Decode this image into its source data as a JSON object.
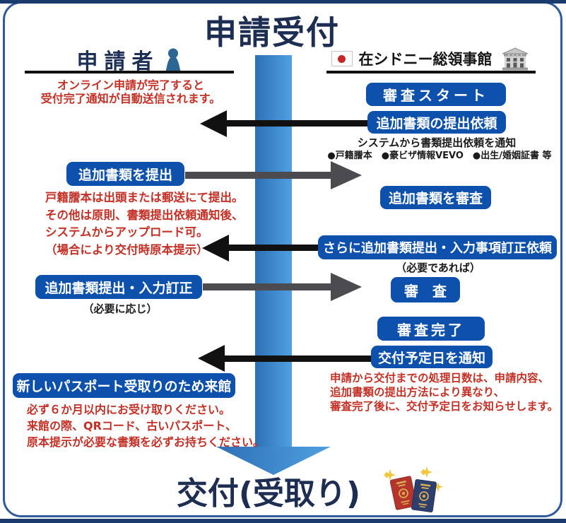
{
  "title": "申請受付",
  "applicant": {
    "header": "申請者",
    "auto_note": [
      "オンライン申請が完了すると",
      "受付完了通知が自動送信されます。"
    ],
    "submit_box": "追加書類を提出",
    "submit_note": [
      "戸籍謄本は出頭または郵送にて提出。",
      "その他は原則、書類提出依頼通知後、",
      "システムからアップロード可。",
      "（場合により交付時原本提示）"
    ],
    "correction_box": "追加書類提出・入力訂正",
    "correction_note": "（必要に応じ）",
    "visit_box": "新しいパスポート受取りのため来館",
    "visit_note": [
      "必ず６か月以内にお受け取りください。",
      "来館の際、QRコード、古いパスポート、",
      "原本提示が必要な書類を必ずお持ちください。"
    ]
  },
  "consulate": {
    "header": "在シドニー総領事館",
    "start_box": "審査スタート",
    "request_box": "追加書類の提出依頼",
    "request_note": "システムから書類提出依頼を通知",
    "request_items": "●戸籍謄本　●豪ビザ情報VEVO　●出生/婚姻証書 等",
    "review_docs_box": "追加書類を審査",
    "further_box": "さらに追加書類提出・入力事項訂正依頼",
    "further_note": "（必要であれば）",
    "review_box": "審　査",
    "complete_box": "審査完了",
    "issue_box": "交付予定日を通知",
    "issue_note": [
      "申請から交付までの処理日数は、申請内容、",
      "追加書類の提出方法により異なり、",
      "審査完了後に、交付予定日をお知らせします。"
    ]
  },
  "footer": {
    "title": "交付(受取り)"
  },
  "icons": {
    "person": "person-icon",
    "flag": "japan-flag-icon",
    "building": "consulate-building-icon",
    "passports": "passports-icon"
  },
  "colors": {
    "box_blue": "#0d51ad",
    "navy_text": "#1e2d52",
    "red_text": "#c43026",
    "arrow_black": "#111111",
    "arrow_gray": "#4b4b50",
    "flow_arrow_start": "#2e6fb5",
    "flow_arrow_end": "#4ea0e2",
    "frame_border": "#2e5a9e"
  }
}
